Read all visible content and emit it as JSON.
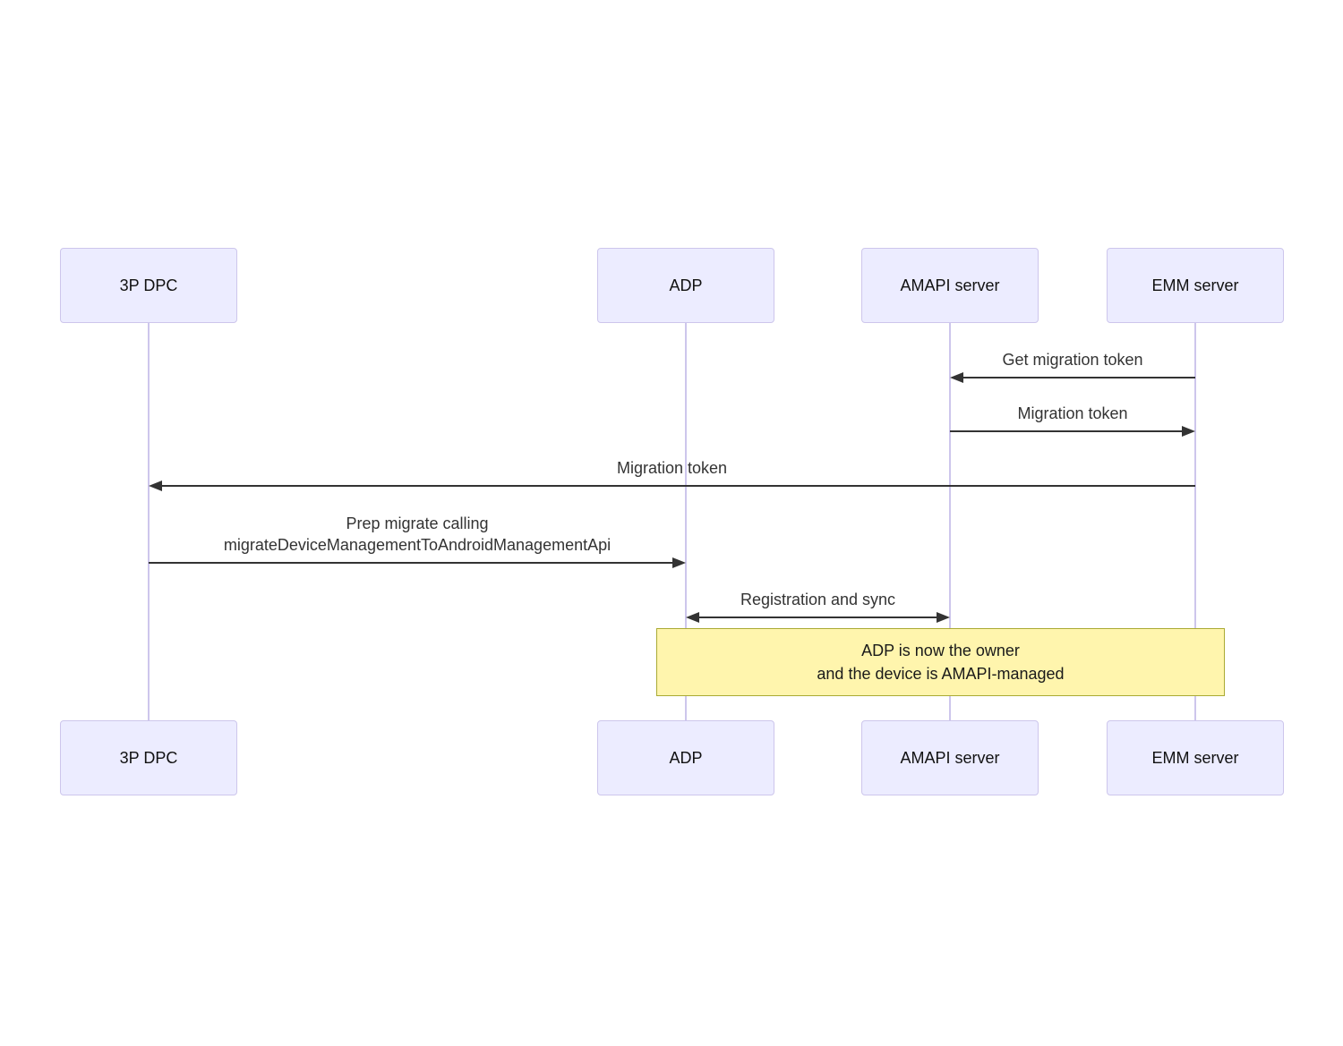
{
  "diagram_type": "sequence-diagram",
  "actors": {
    "dpc": {
      "label": "3P DPC"
    },
    "adp": {
      "label": "ADP"
    },
    "amapi": {
      "label": "AMAPI server"
    },
    "emm": {
      "label": "EMM server"
    }
  },
  "messages": {
    "get_migration_token": {
      "label": "Get migration token",
      "from": "EMM server",
      "to": "AMAPI server",
      "arrow": "left"
    },
    "migration_token_return": {
      "label": "Migration token",
      "from": "AMAPI server",
      "to": "EMM server",
      "arrow": "right"
    },
    "migration_token_forward": {
      "label": "Migration token",
      "from": "EMM server",
      "to": "3P DPC",
      "arrow": "left"
    },
    "prep_migrate": {
      "line1": "Prep migrate calling",
      "line2": "migrateDeviceManagementToAndroidManagementApi",
      "from": "3P DPC",
      "to": "ADP",
      "arrow": "right"
    },
    "registration_sync": {
      "label": "Registration and sync",
      "from": "ADP",
      "to": "AMAPI server",
      "arrow": "both"
    }
  },
  "note": {
    "line1": "ADP is now the owner",
    "line2": "and the device is AMAPI-managed",
    "over": "ADP, EMM server"
  },
  "colors": {
    "actor_fill": "#ECECFF",
    "actor_border": "#CDC6EC",
    "lifeline": "#CDC6EC",
    "arrow": "#333333",
    "message_text": "#333333",
    "note_fill": "#FFF5AD",
    "note_border": "#AAAA33"
  }
}
